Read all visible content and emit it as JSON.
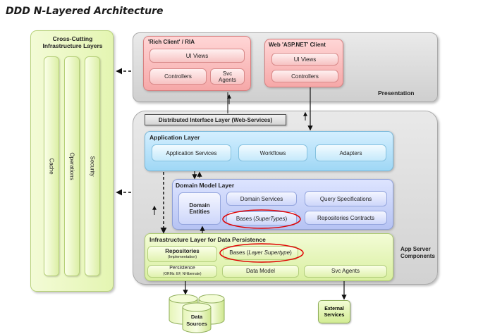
{
  "title": "DDD N-Layered Architecture",
  "cross_cutting": {
    "title_line1": "Cross-Cutting",
    "title_line2": "Infrastructure Layers",
    "pillars": [
      "Cache",
      "Operations",
      "Security"
    ]
  },
  "presentation": {
    "label": "Presentation",
    "rich_client": {
      "title": "'Rich Client' / RIA",
      "ui_views": "UI Views",
      "controllers": "Controllers",
      "svc_agents_line1": "Svc",
      "svc_agents_line2": "Agents"
    },
    "web_client": {
      "title": "Web 'ASP.NET' Client",
      "ui_views": "UI Views",
      "controllers": "Controllers"
    }
  },
  "distributed_interface_layer": "Distributed Interface Layer (Web-Services)",
  "application_layer": {
    "title": "Application Layer",
    "items": [
      "Application Services",
      "Workflows",
      "Adapters"
    ]
  },
  "domain_model_layer": {
    "title": "Domain Model Layer",
    "entities_line1": "Domain",
    "entities_line2": "Entities",
    "domain_services": "Domain Services",
    "query_specifications": "Query Specifications",
    "bases_prefix": "Bases (",
    "bases_italic": "SuperTypes",
    "bases_suffix": ")",
    "repositories_contracts": "Repositories Contracts"
  },
  "infrastructure_layer": {
    "title": "Infrastructure Layer for Data Persistence",
    "repositories": "Repositories",
    "repositories_sub": "(Implementation)",
    "bases_prefix": "Bases (",
    "bases_italic": "Layer Supertype",
    "bases_suffix": ")",
    "persistence": "Persistence",
    "persistence_sub": "(ORMs: EF, NHibernate)",
    "data_model": "Data Model",
    "svc_agents": "Svc Agents"
  },
  "app_server": {
    "line1": "App Server",
    "line2": "Components"
  },
  "data_sources": {
    "line1": "Data",
    "line2": "Sources"
  },
  "external_services": {
    "line1": "External",
    "line2": "Services"
  },
  "colors": {
    "presentation_pink": "#f6a8a8",
    "application_blue": "#9fd7f5",
    "domain_lavender": "#b6c3f3",
    "infrastructure_green": "#d9efa0",
    "highlight_red": "#e00000"
  }
}
